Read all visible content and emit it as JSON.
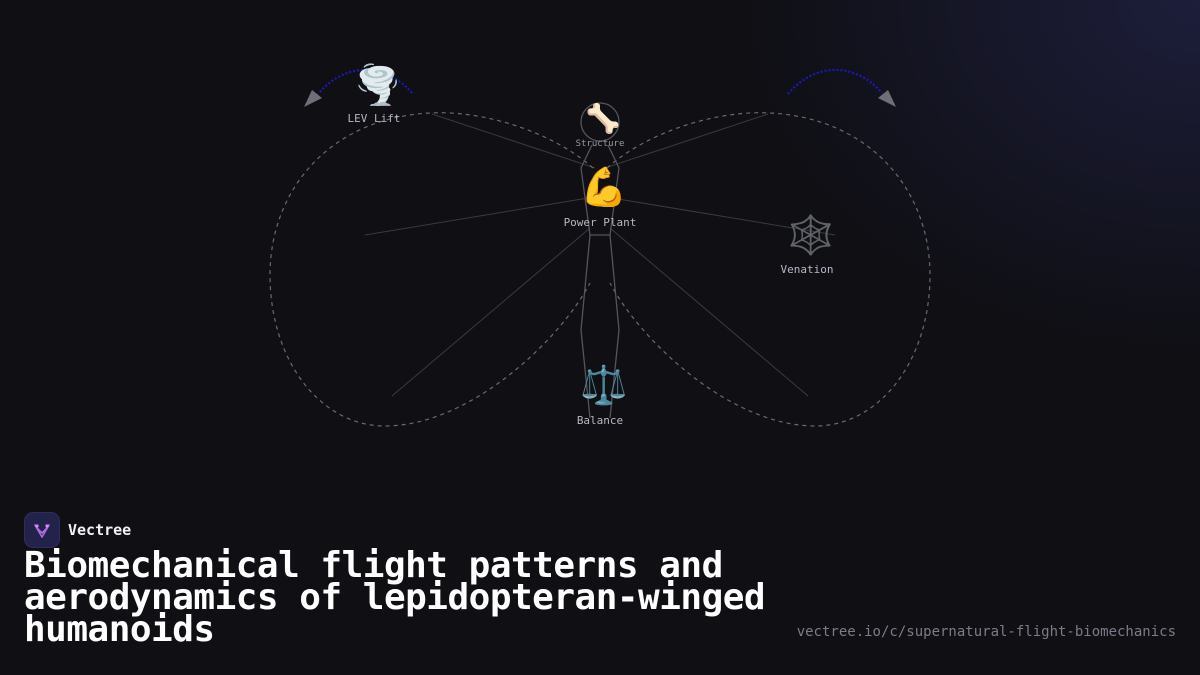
{
  "diagram": {
    "nodes": [
      {
        "id": "lev-lift",
        "label": "LEV Lift",
        "icon": "tornado-icon",
        "glyph": "🌪️"
      },
      {
        "id": "structure",
        "label": "Structure",
        "icon": "bone-icon",
        "glyph": "🦴"
      },
      {
        "id": "power-plant",
        "label": "Power Plant",
        "icon": "flexed-biceps-icon",
        "glyph": "💪"
      },
      {
        "id": "venation",
        "label": "Venation",
        "icon": "spider-web-icon",
        "glyph": "🕸️"
      },
      {
        "id": "balance",
        "label": "Balance",
        "icon": "balance-scale-icon",
        "glyph": "⚖️"
      }
    ],
    "colors": {
      "wing_outline": "#6a6a74",
      "arc": "#1a1ab8",
      "arrow": "#6f6f78",
      "spoke": "#3a3a42"
    }
  },
  "brand": {
    "name": "Vectree",
    "logo_color": "#b06adf"
  },
  "title": "Biomechanical flight patterns and aerodynamics of lepidopteran-winged humanoids",
  "url": "vectree.io/c/supernatural-flight-biomechanics"
}
